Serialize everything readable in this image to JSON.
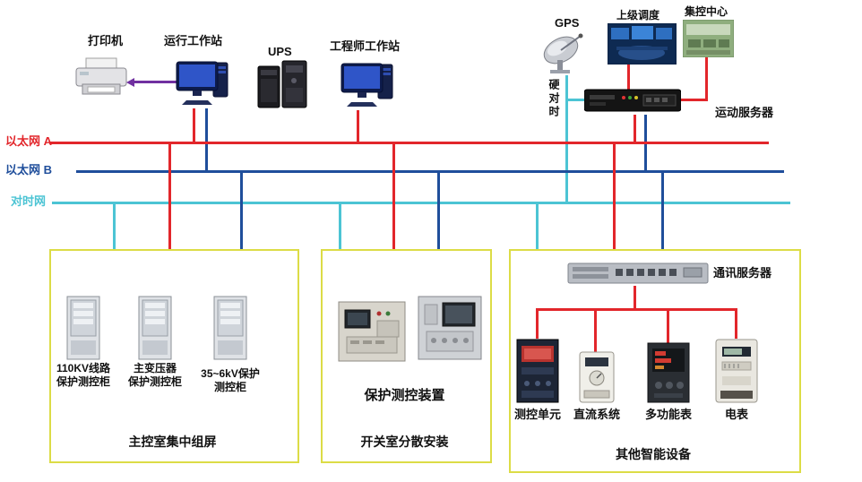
{
  "colors": {
    "red": "#e2262b",
    "blue": "#1f4e9b",
    "cyan": "#4cc4d4",
    "purple": "#7030a0",
    "boxBorder": "#dcdc46"
  },
  "top": {
    "printer": "打印机",
    "operator_ws": "运行工作站",
    "ups": "UPS",
    "engineer_ws": "工程师工作站",
    "gps": "GPS",
    "upper_dispatch": "上级调度",
    "central_control": "集控中心",
    "hard_time": "硬对时",
    "telecontrol_server": "运动服务器"
  },
  "buses": {
    "ethernet_a": "以太网 A",
    "ethernet_b": "以太网 B",
    "time_net": "对时网"
  },
  "box_main_control": {
    "cabinet_110kv": "110KV线路\n保护测控柜",
    "cabinet_transformer": "主变压器\n保护测控柜",
    "cabinet_35_6kv": "35~6kV保护\n测控柜",
    "title": "主控室集中组屏"
  },
  "box_switch_room": {
    "device": "保护测控装置",
    "title": "开关室分散安装"
  },
  "box_other_devices": {
    "comm_server": "通讯服务器",
    "measure_unit": "测控单元",
    "dc_system": "直流系统",
    "multifunction_meter": "多功能表",
    "energy_meter": "电表",
    "title": "其他智能设备"
  }
}
